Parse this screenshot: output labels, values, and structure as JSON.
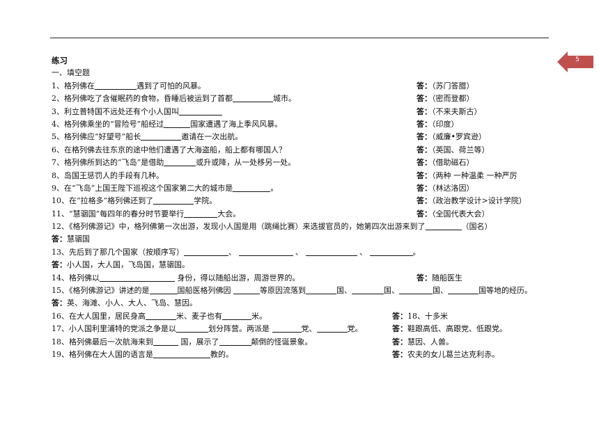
{
  "page_number": "5",
  "title": "练习",
  "section": "一、填空题",
  "answer_label": "答：",
  "questions": [
    {
      "pre": "1、格列佛在",
      "post": "遇到了可怕的风暴。",
      "answer": "（苏门答腊）"
    },
    {
      "pre": "2、格列佛吃了含催眠药的食物，昏睡后被运到了首都",
      "post": "城市。",
      "answer": "（密而登都）"
    },
    {
      "pre": "3、利立普特国不远处还有个小人国叫",
      "post": "",
      "answer": "（不来夫斯古）"
    },
    {
      "pre": "4、格列佛乘坐的“冒险号”船经过",
      "post": "国家遭遇了海上季风风暴。",
      "answer": "（印度）"
    },
    {
      "pre": "5、格列佛应“好望号”船长",
      "post": "邀请在一次出航。",
      "answer": "（威廉•罗宾逊）"
    },
    {
      "pre": "6、在格列佛去往东京的途中他们遭遇了大海盗船，船上都有哪国人？",
      "post": "",
      "answer": "（英国、荷兰等）"
    },
    {
      "pre": "7、格列佛所到达的“飞岛”是借助",
      "post": "或升或降，从一处移另一处。",
      "answer": "（借助磁石）"
    },
    {
      "pre": "8、岛国王惩罚人的手段有几种。",
      "post": "",
      "answer": "（两种  一种温柔    一种严厉"
    },
    {
      "pre": "9、在“飞岛”上国王陛下巡视这个国家第二大的城市是",
      "post": "。",
      "answer": "（林达洛因）"
    },
    {
      "pre": "10、在“拉格多”格列佛还到了",
      "post": "学院。",
      "answer": "（政治教学设计>设计学院）"
    },
    {
      "pre": "11、“慧骃国”每四年的春分时节要举行",
      "post": "大会。",
      "answer": "（全国代表大会）"
    }
  ],
  "q12": {
    "text": "12、《格列佛游记》中，格列佛第一次出游，发现小人国是用（跳绳比赛）来选拔官员的，她第四次出游来到了",
    "post": "（国名）",
    "answer": "慧骃国"
  },
  "q13": {
    "text": "13、先后到了那几个国家（按顺序写）",
    "sep1": "、",
    "sep2": "、",
    "sep3": "、",
    "end": "。",
    "answer": "小人国，大人国，飞岛国，慧骃国。"
  },
  "q14": {
    "pre": "14、格列佛以",
    "post": " 身份，得以随船出游，周游世界的。",
    "answer": "随船医生"
  },
  "q15": {
    "p1": "15、《格列佛游记》讲述的是",
    "p2": "国船医格列佛因 ",
    "p3": "等原因流落到",
    "p4": "国、",
    "p5": "国、",
    "p6": "国、",
    "p7": "国等地的经历。",
    "answer": "英、海滩、小人、大人、飞岛、慧因。"
  },
  "q16": {
    "p1": "16、在大人国里，居民身高",
    "p2": "米、麦子也有",
    "p3": "米。",
    "answer": "18、十多米"
  },
  "q17": {
    "p1": "17、小人国利里浦特的党派之争是以",
    "p2": "划分阵营。两派是 ",
    "p3": "党、",
    "p4": "党。",
    "answer": "鞋跟高低、高跟党、低跟党。"
  },
  "q18": {
    "p1": "18、格列佛最后一次航海来到",
    "p2": " 国，展示了",
    "p3": "颠倒的怪诞景象。",
    "answer": "慧因、人兽。"
  },
  "q19": {
    "p1": "19、格列佛在大人国的语言是",
    "p2": "教的。",
    "answer": "农夫的女儿葛兰达克利赤。"
  },
  "colors": {
    "tab": "#c0504d",
    "text": "#111111"
  }
}
